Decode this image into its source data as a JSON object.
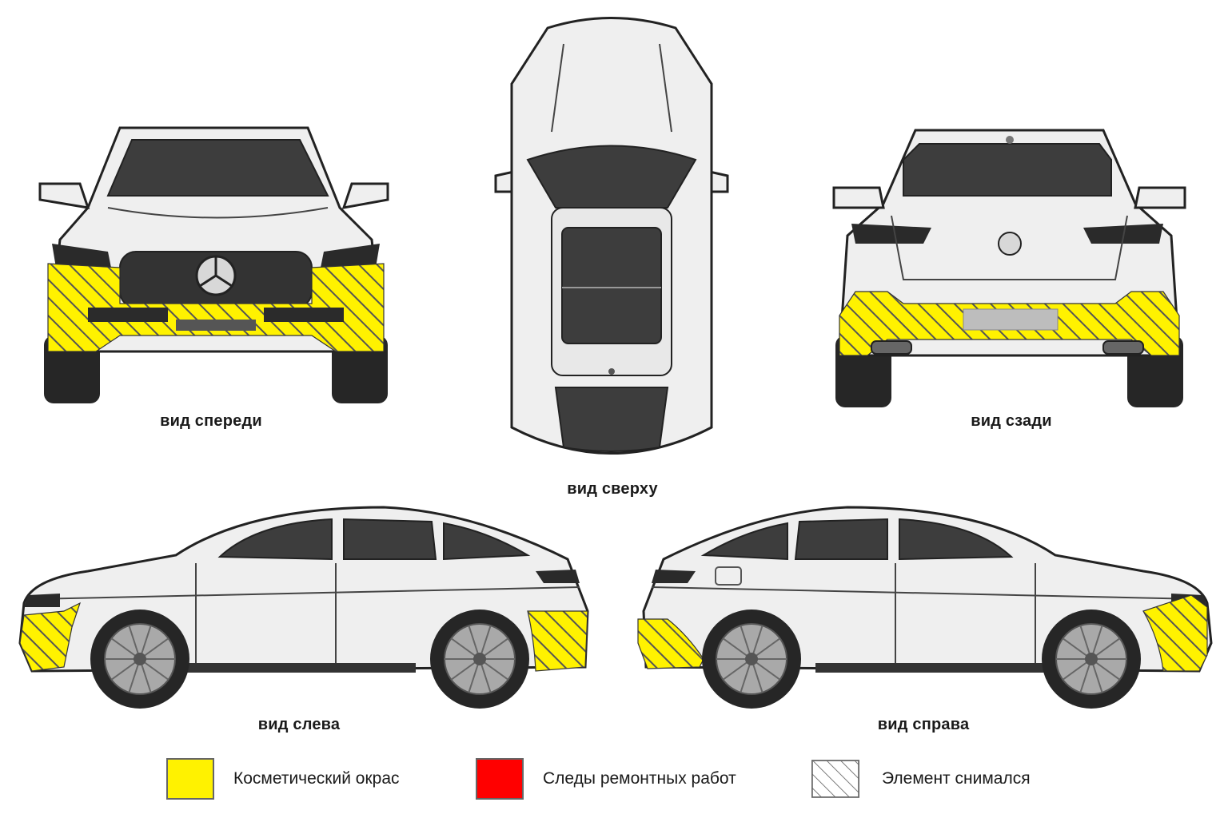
{
  "colors": {
    "cosmetic_paint": "#fff200",
    "repair_traces": "#ff0000",
    "element_removed": "#ffffff",
    "hatch_stroke": "#555555",
    "car_body": "#efefef"
  },
  "views": {
    "front": {
      "caption": "вид спереди",
      "marked_zones": [
        "front-bumper"
      ]
    },
    "top": {
      "caption": "вид сверху",
      "marked_zones": []
    },
    "rear": {
      "caption": "вид сзади",
      "marked_zones": [
        "rear-bumper"
      ]
    },
    "left": {
      "caption": "вид слева",
      "marked_zones": [
        "front-bumper-left",
        "rear-bumper-left"
      ]
    },
    "right": {
      "caption": "вид справа",
      "marked_zones": [
        "rear-bumper-right",
        "front-bumper-right"
      ]
    }
  },
  "legend": [
    {
      "label": "Косметический окрас",
      "swatch": "yellow"
    },
    {
      "label": "Следы ремонтных работ",
      "swatch": "red"
    },
    {
      "label": "Элемент снимался",
      "swatch": "hatched"
    }
  ]
}
